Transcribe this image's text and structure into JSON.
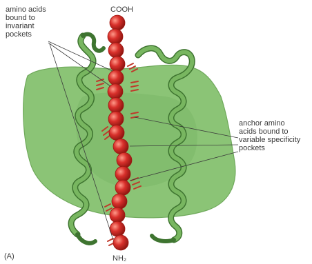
{
  "labels": {
    "top_terminus": "COOH",
    "bottom_terminus": "NH₂",
    "invariant": [
      "amino acids",
      "bound to",
      "invariant",
      "pockets"
    ],
    "anchor": [
      "anchor amino",
      "acids bound to",
      "variable specificity",
      "pockets"
    ],
    "panel": "(A)"
  },
  "peptide": {
    "residue_count": 17
  },
  "colors": {
    "groove": "#8bc476",
    "groove_edge": "#6fa95b",
    "helix": "#5f9c4a",
    "helix_dark": "#3e7430",
    "residue": "#d8302b",
    "residue_dark": "#9e1812",
    "bond": "#c0392b",
    "leader": "#3a3a3a"
  },
  "icons": [
    "peptide-chain",
    "alpha-helix",
    "binding-groove"
  ]
}
